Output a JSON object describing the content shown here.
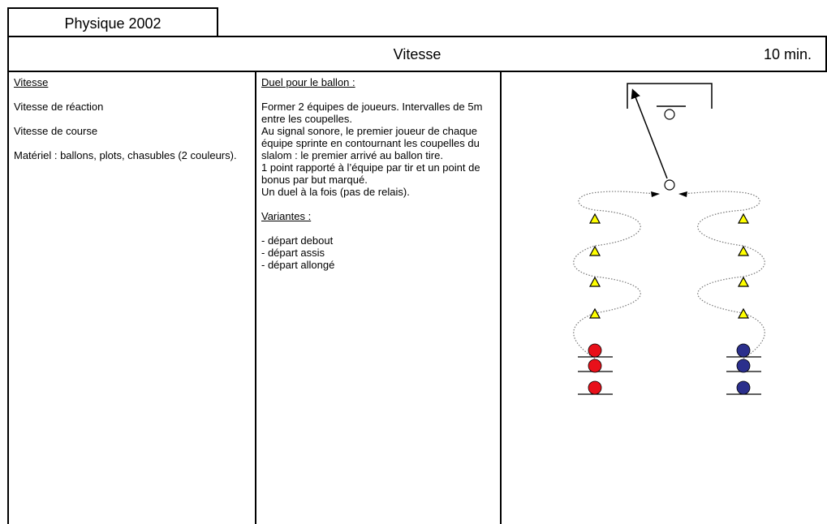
{
  "header": {
    "tab_label": "Physique 2002",
    "title": "Vitesse",
    "duration": "10 min."
  },
  "column1": {
    "heading": "Vitesse",
    "item1": "Vitesse de réaction",
    "item2": "Vitesse de course",
    "material": "Matériel : ballons, plots, chasubles (2 couleurs)."
  },
  "column2": {
    "heading": "Duel pour le ballon :",
    "line1": "Former 2 équipes de joueurs. Intervalles de 5m entre les coupelles.",
    "line2": "Au signal sonore, le premier joueur de chaque équipe sprinte en contournant les coupelles du slalom : le premier arrivé au ballon tire.",
    "line3": "1 point rapporté à l’équipe par tir et un point de bonus par but marqué.",
    "line4": "Un duel à la fois (pas de relais).",
    "variants_heading": "Variantes :",
    "variants": [
      "- départ debout",
      "- départ assis",
      "- départ allongé"
    ]
  },
  "diagram": {
    "team_left_color": "#e8101a",
    "team_right_color": "#2b2f8c",
    "cone_color": "#ffff00"
  }
}
